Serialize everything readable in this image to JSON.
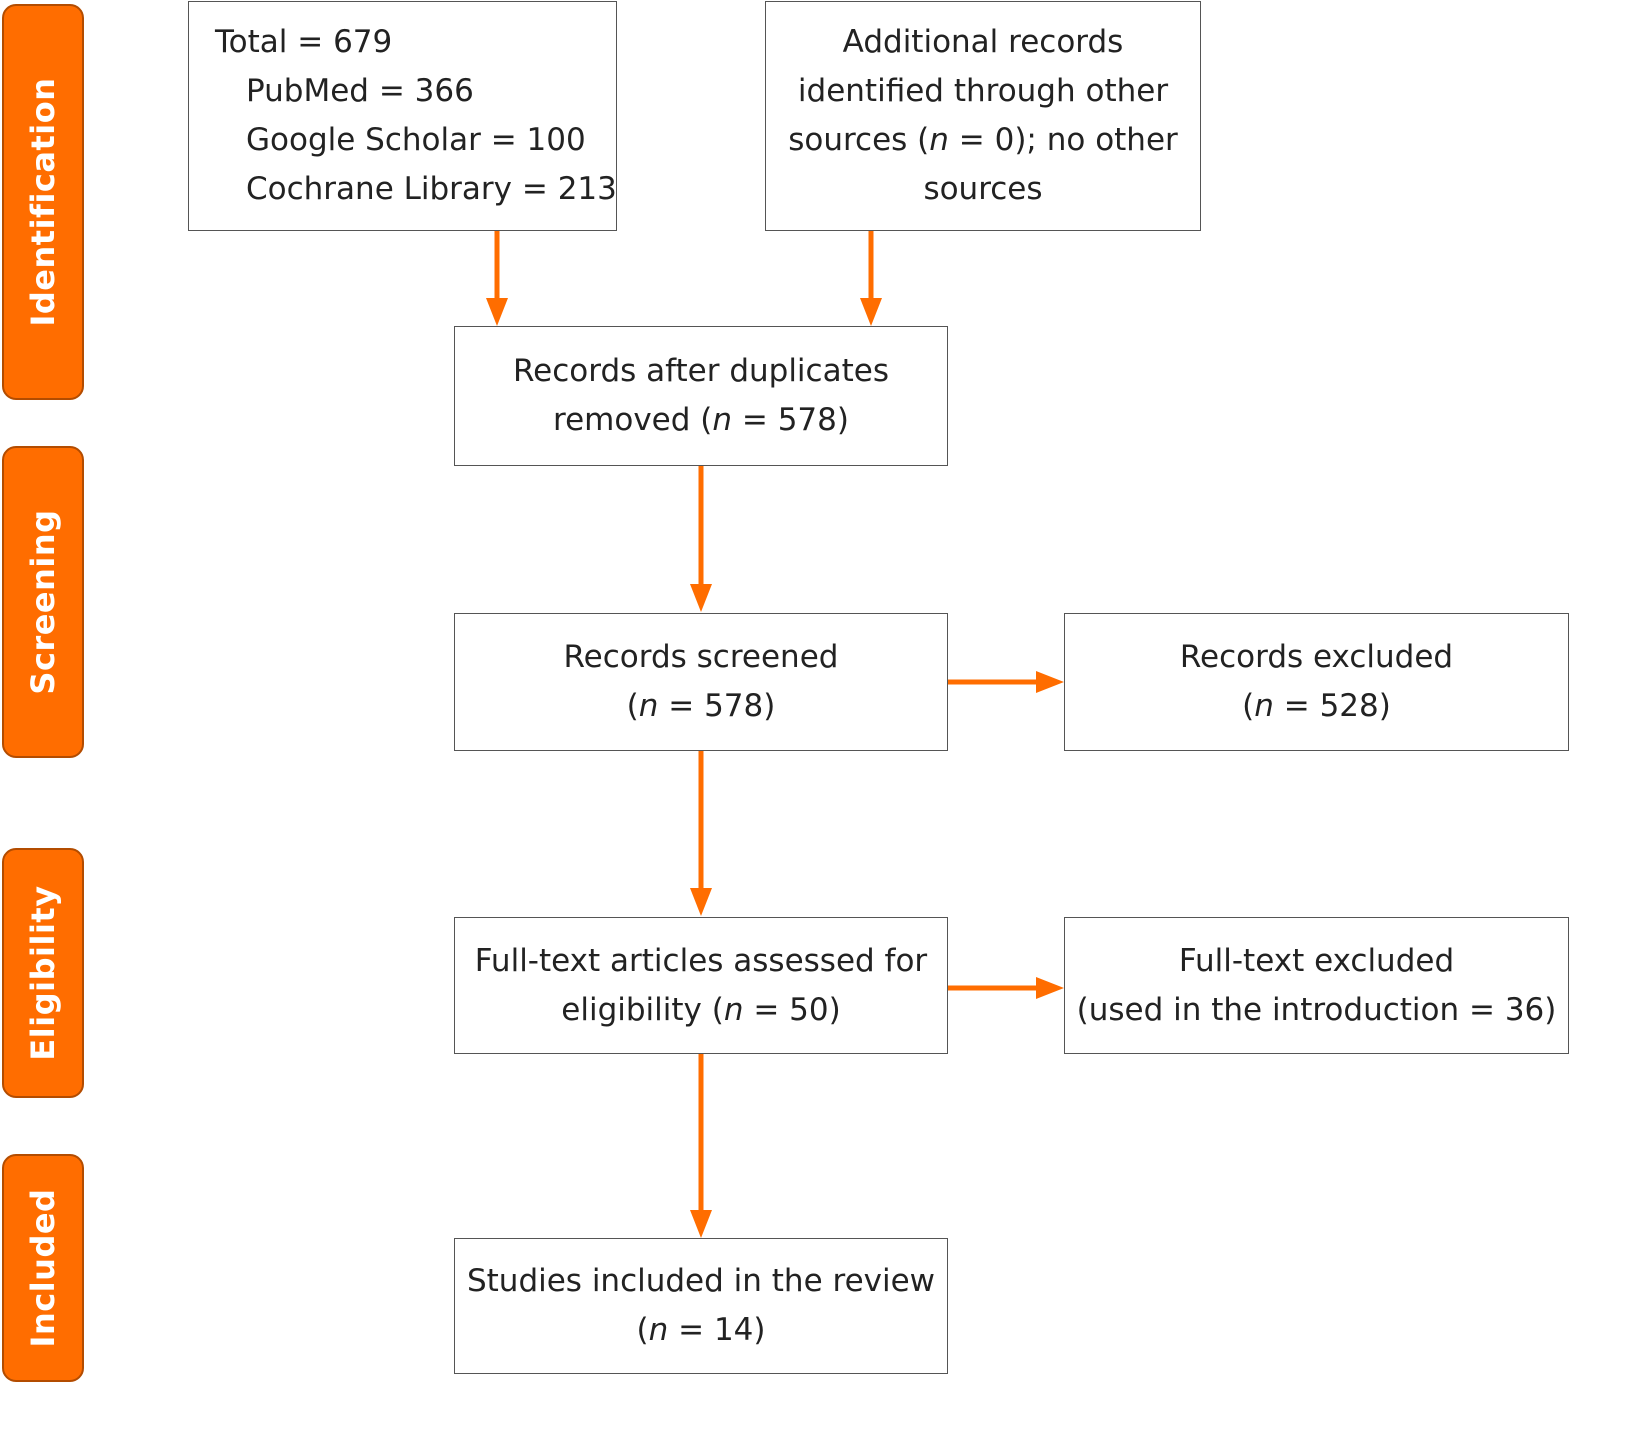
{
  "phases": {
    "identification": "Identification",
    "screening": "Screening",
    "eligibility": "Eligibility",
    "included": "Included"
  },
  "boxes": {
    "database": {
      "total": "Total = 679",
      "pubmed": "PubMed = 366",
      "google_scholar": "Google Scholar = 100",
      "cochrane": "Cochrane Library = 213"
    },
    "other_sources": {
      "line1": "Additional records",
      "line2": "identified through other",
      "line3_pre": "sources (",
      "n": "n",
      "line3_post": " =  0); no other",
      "line4": "sources"
    },
    "duplicates": {
      "line1": "Records after duplicates",
      "line2_pre": "removed (",
      "n": "n",
      "line2_post": " = 578)"
    },
    "screened": {
      "line1": "Records screened",
      "pre": "(",
      "n": "n",
      "post": " = 578)"
    },
    "excluded": {
      "line1": "Records excluded",
      "pre": "(",
      "n": "n",
      "post": " = 528)"
    },
    "fulltext": {
      "line1": "Full-text articles assessed for",
      "line2_pre": "eligibility (",
      "n": "n",
      "line2_post": " = 50)"
    },
    "fulltext_excluded": {
      "line1": "Full-text excluded",
      "line2": "(used in the introduction = 36)"
    },
    "included": {
      "line1": "Studies included in the review",
      "pre": "(",
      "n": "n",
      "post": " = 14)"
    }
  },
  "colors": {
    "accent": "#ff6d00",
    "border": "#555555"
  }
}
